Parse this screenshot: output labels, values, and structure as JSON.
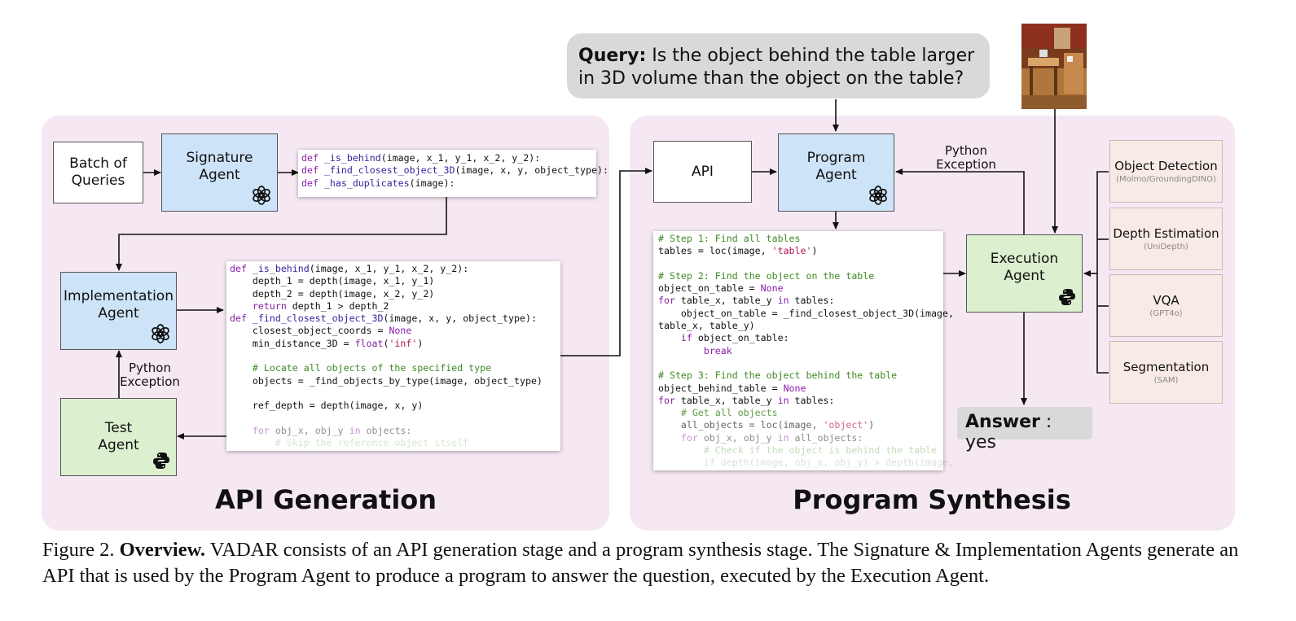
{
  "api_generation": {
    "title": "API Generation",
    "batch_box": "Batch of\nQueries",
    "signature_agent": "Signature\nAgent",
    "implementation_agent": "Implementation\nAgent",
    "test_agent": "Test\nAgent",
    "python_exception_label": "Python\nException",
    "signature_code": [
      [
        {
          "t": "def ",
          "c": "kw"
        },
        {
          "t": "_is_behind",
          "c": "fn"
        },
        {
          "t": "(image, x_1, y_1, x_2, y_2):",
          "c": "pl"
        }
      ],
      [
        {
          "t": "def ",
          "c": "kw"
        },
        {
          "t": "_find_closest_object_3D",
          "c": "fn"
        },
        {
          "t": "(image, x, y, object_type):",
          "c": "pl"
        }
      ],
      [
        {
          "t": "def ",
          "c": "kw"
        },
        {
          "t": "_has_duplicates",
          "c": "fn"
        },
        {
          "t": "(image):",
          "c": "pl"
        }
      ]
    ],
    "implementation_code": [
      [
        {
          "t": "def ",
          "c": "kw"
        },
        {
          "t": "_is_behind",
          "c": "fn"
        },
        {
          "t": "(image, x_1, y_1, x_2, y_2):",
          "c": "pl"
        }
      ],
      [
        {
          "t": "    depth_1 = depth(image, x_1, y_1)",
          "c": "pl"
        }
      ],
      [
        {
          "t": "    depth_2 = depth(image, x_2, y_2)",
          "c": "pl"
        }
      ],
      [
        {
          "t": "    ",
          "c": "pl"
        },
        {
          "t": "return",
          "c": "kw2"
        },
        {
          "t": " depth_1 > depth_2",
          "c": "pl"
        }
      ],
      [
        {
          "t": "def ",
          "c": "kw"
        },
        {
          "t": "_find_closest_object_3D",
          "c": "fn"
        },
        {
          "t": "(image, x, y, object_type):",
          "c": "pl"
        }
      ],
      [
        {
          "t": "    closest_object_coords = ",
          "c": "pl"
        },
        {
          "t": "None",
          "c": "kw"
        }
      ],
      [
        {
          "t": "    min_distance_3D = ",
          "c": "pl"
        },
        {
          "t": "float",
          "c": "kw"
        },
        {
          "t": "(",
          "c": "pl"
        },
        {
          "t": "'inf'",
          "c": "str"
        },
        {
          "t": ")",
          "c": "pl"
        }
      ],
      [
        {
          "t": "",
          "c": "pl"
        }
      ],
      [
        {
          "t": "    # Locate all objects of the specified type",
          "c": "cm"
        }
      ],
      [
        {
          "t": "    objects = _find_objects_by_type(image, object_type)",
          "c": "pl"
        }
      ],
      [
        {
          "t": "",
          "c": "pl"
        }
      ],
      [
        {
          "t": "    ref_depth = depth(image, x, y)",
          "c": "pl"
        }
      ],
      [
        {
          "t": "",
          "c": "pl"
        }
      ],
      [
        {
          "t": "    ",
          "c": "pl"
        },
        {
          "t": "for",
          "c": "kw2"
        },
        {
          "t": " obj_x, obj_y ",
          "c": "pl"
        },
        {
          "t": "in",
          "c": "kw2"
        },
        {
          "t": " objects:",
          "c": "pl"
        }
      ],
      [
        {
          "t": "        # Skip the reference object itself",
          "c": "cm"
        }
      ]
    ]
  },
  "program_synthesis": {
    "title": "Program Synthesis",
    "query_label": "Query:",
    "query_text": " Is the object behind the table larger in 3D volume than the object on the table?",
    "api_box": "API",
    "program_agent": "Program\nAgent",
    "execution_agent": "Execution\nAgent",
    "python_exception_label": "Python\nException",
    "answer_label": "Answer",
    "answer_text": " : yes",
    "tools": [
      {
        "name": "Object Detection",
        "sub": "(Molmo/GroundingDINO)"
      },
      {
        "name": "Depth Estimation",
        "sub": "(UniDepth)"
      },
      {
        "name": "VQA",
        "sub": "(GPT4o)"
      },
      {
        "name": "Segmentation",
        "sub": "(SAM)"
      }
    ],
    "program_code": [
      [
        {
          "t": "# Step 1: Find all tables",
          "c": "cm"
        }
      ],
      [
        {
          "t": "tables = loc(image, ",
          "c": "pl"
        },
        {
          "t": "'table'",
          "c": "str"
        },
        {
          "t": ")",
          "c": "pl"
        }
      ],
      [
        {
          "t": "",
          "c": "pl"
        }
      ],
      [
        {
          "t": "# Step 2: Find the object on the table",
          "c": "cm"
        }
      ],
      [
        {
          "t": "object_on_table = ",
          "c": "pl"
        },
        {
          "t": "None",
          "c": "kw"
        }
      ],
      [
        {
          "t": "for",
          "c": "kw2"
        },
        {
          "t": " table_x, table_y ",
          "c": "pl"
        },
        {
          "t": "in",
          "c": "kw2"
        },
        {
          "t": " tables:",
          "c": "pl"
        }
      ],
      [
        {
          "t": "    object_on_table = _find_closest_object_3D(image,",
          "c": "pl"
        }
      ],
      [
        {
          "t": "table_x, table_y)",
          "c": "pl"
        }
      ],
      [
        {
          "t": "    ",
          "c": "pl"
        },
        {
          "t": "if",
          "c": "kw2"
        },
        {
          "t": " object_on_table:",
          "c": "pl"
        }
      ],
      [
        {
          "t": "        ",
          "c": "pl"
        },
        {
          "t": "break",
          "c": "kw2"
        }
      ],
      [
        {
          "t": "",
          "c": "pl"
        }
      ],
      [
        {
          "t": "# Step 3: Find the object behind the table",
          "c": "cm"
        }
      ],
      [
        {
          "t": "object_behind_table = ",
          "c": "pl"
        },
        {
          "t": "None",
          "c": "kw"
        }
      ],
      [
        {
          "t": "for",
          "c": "kw2"
        },
        {
          "t": " table_x, table_y ",
          "c": "pl"
        },
        {
          "t": "in",
          "c": "kw2"
        },
        {
          "t": " tables:",
          "c": "pl"
        }
      ],
      [
        {
          "t": "    # Get all objects",
          "c": "cm"
        }
      ],
      [
        {
          "t": "    all_objects = loc(image, ",
          "c": "pl"
        },
        {
          "t": "'object'",
          "c": "str"
        },
        {
          "t": ")",
          "c": "pl"
        }
      ],
      [
        {
          "t": "    ",
          "c": "pl"
        },
        {
          "t": "for",
          "c": "kw2"
        },
        {
          "t": " obj_x, obj_y ",
          "c": "pl"
        },
        {
          "t": "in",
          "c": "kw2"
        },
        {
          "t": " all_objects:",
          "c": "pl"
        }
      ],
      [
        {
          "t": "        # Check if the object is behind the table",
          "c": "cm"
        }
      ],
      [
        {
          "t": "        if depth(image, obj_x, obj_y) > depth(image,",
          "c": "pl"
        }
      ]
    ]
  },
  "caption": {
    "prefix": "Figure 2. ",
    "bold": "Overview.",
    "text": " VADAR consists of an API generation stage and a program synthesis stage. The Signature & Implementation Agents generate an API that is used by the Program Agent to produce a program to answer the question, executed by the Execution Agent."
  },
  "colors": {
    "panel": "#f5e8f3",
    "agent_blue": "#cde3f7",
    "agent_green": "#dcf0d0",
    "tool_bg": "#f8ebe6",
    "code_keyword": "#8a1ea8",
    "code_function": "#3a1e9e",
    "code_comment": "#3f8a25",
    "code_string": "#b5125a"
  },
  "icons": {
    "openai": "openai-logo-icon",
    "python": "python-logo-icon"
  }
}
